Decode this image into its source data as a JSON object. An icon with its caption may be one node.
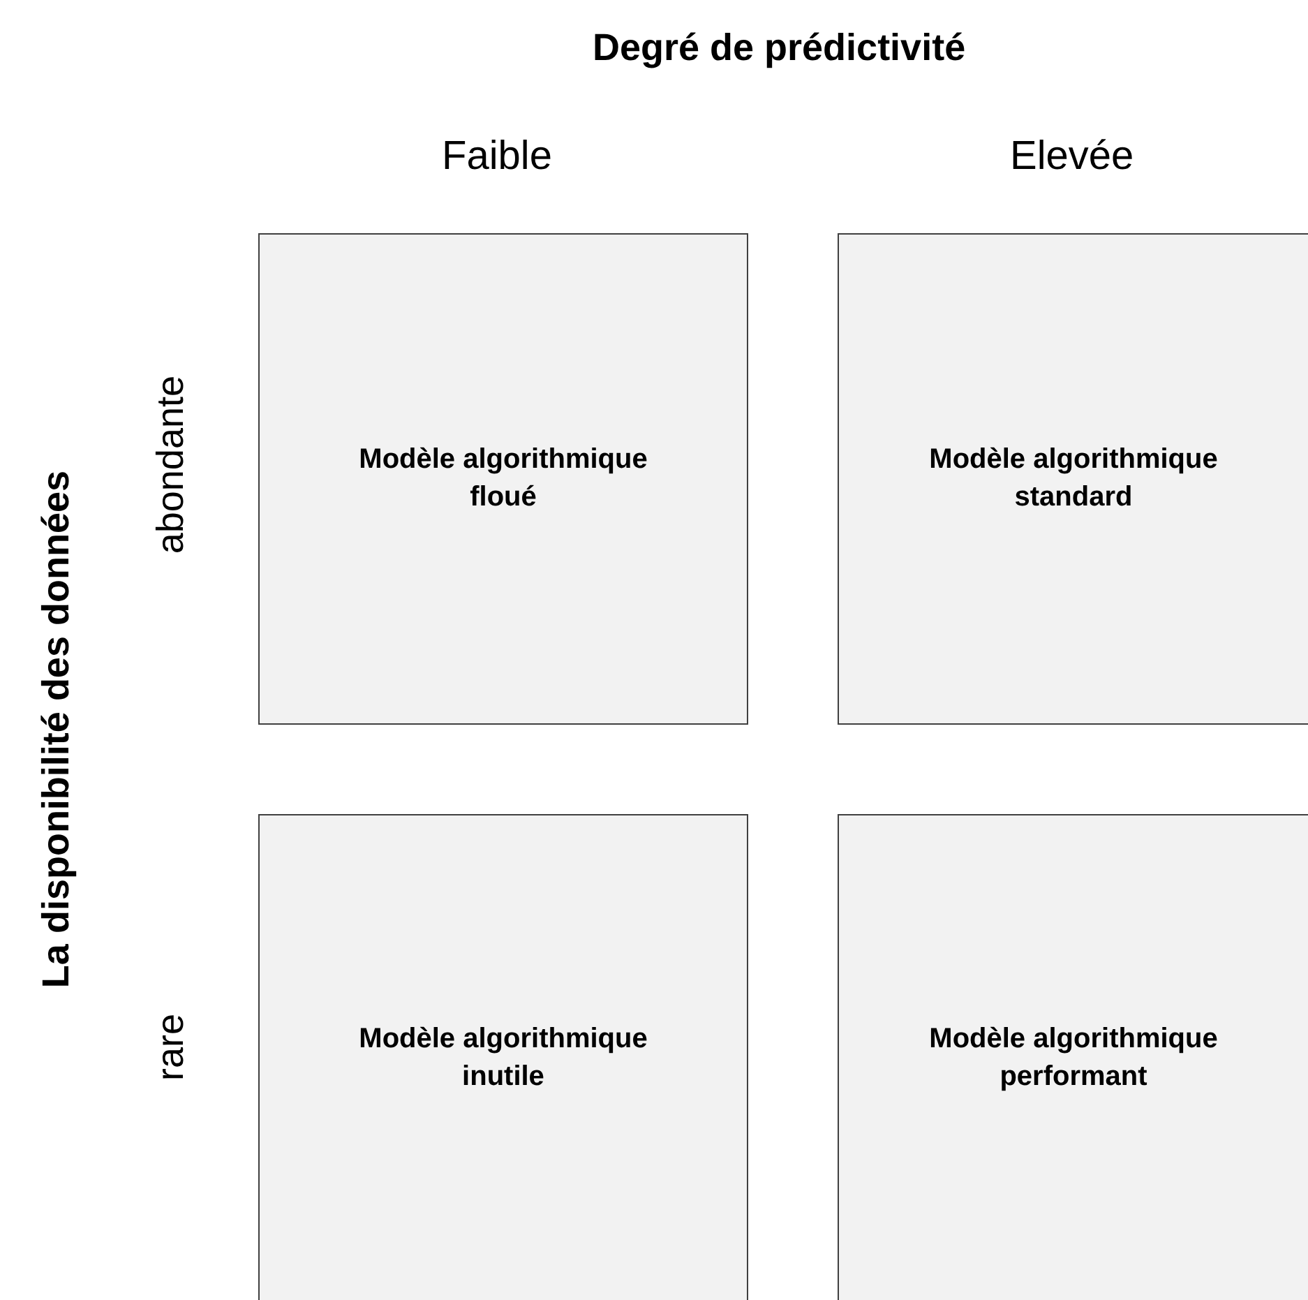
{
  "diagram": {
    "nodes": [
      {
        "text": [
          "Modèle algorithmique floué"
        ]
      },
      {
        "text": [
          "Modèle algorithmique standard"
        ]
      },
      {
        "text": [
          "Modèle algorithmique inutile"
        ]
      },
      {
        "text": [
          "Modèle algorithmique performant"
        ]
      }
    ],
    "labels": [
      "Degré de prédictivité",
      "Faible",
      "Elevée",
      "La disponibilité des données",
      "abondante",
      "rare"
    ]
  }
}
